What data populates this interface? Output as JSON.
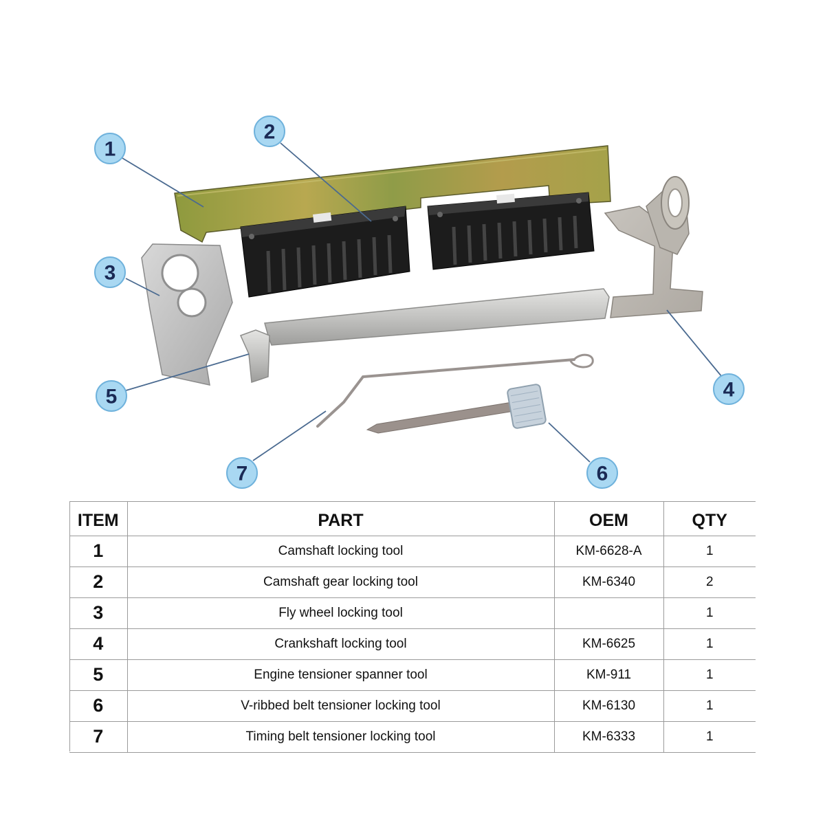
{
  "callouts": [
    {
      "number": "1"
    },
    {
      "number": "2"
    },
    {
      "number": "3"
    },
    {
      "number": "4"
    },
    {
      "number": "5"
    },
    {
      "number": "6"
    },
    {
      "number": "7"
    }
  ],
  "colors": {
    "callout_fill": "#a9d8f2",
    "callout_text": "#1a2a55",
    "leader_line": "#4a6a90",
    "black_block": "#1c1c1c",
    "steel": "#c9c9c7",
    "zinc_plate": "#9aa050"
  },
  "table": {
    "headers": {
      "item": "ITEM",
      "part": "PART",
      "oem": "OEM",
      "qty": "QTY"
    },
    "rows": [
      {
        "item": "1",
        "part": "Camshaft locking tool",
        "oem": "KM-6628-A",
        "qty": "1"
      },
      {
        "item": "2",
        "part": "Camshaft gear locking tool",
        "oem": "KM-6340",
        "qty": "2"
      },
      {
        "item": "3",
        "part": "Fly wheel locking tool",
        "oem": "",
        "qty": "1"
      },
      {
        "item": "4",
        "part": "Crankshaft locking tool",
        "oem": "KM-6625",
        "qty": "1"
      },
      {
        "item": "5",
        "part": "Engine tensioner spanner tool",
        "oem": "KM-911",
        "qty": "1"
      },
      {
        "item": "6",
        "part": "V-ribbed belt tensioner locking tool",
        "oem": "KM-6130",
        "qty": "1"
      },
      {
        "item": "7",
        "part": "Timing belt tensioner locking tool",
        "oem": "KM-6333",
        "qty": "1"
      }
    ]
  }
}
